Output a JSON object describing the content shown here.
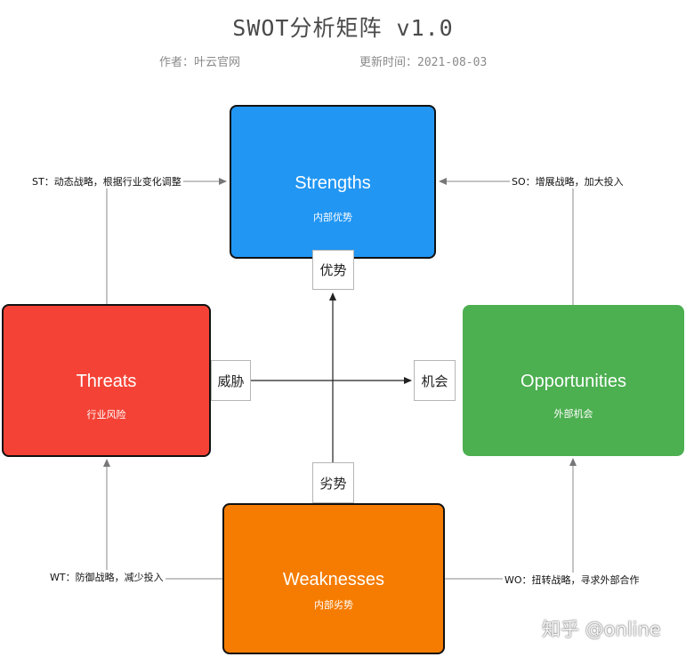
{
  "header": {
    "title": "SWOT分析矩阵 v1.0",
    "author": "作者：叶云官网",
    "updated": "更新时间：2021-08-03"
  },
  "quadrants": {
    "strengths": {
      "name": "Strengths",
      "subtitle": "内部优势",
      "color": "#2196f3"
    },
    "threats": {
      "name": "Threats",
      "subtitle": "行业风险",
      "color": "#f44336"
    },
    "opportunities": {
      "name": "Opportunities",
      "subtitle": "外部机会",
      "color": "#4caf50"
    },
    "weaknesses": {
      "name": "Weaknesses",
      "subtitle": "内部劣势",
      "color": "#f57c00"
    }
  },
  "axis_labels": {
    "advantage": "优势",
    "threat": "威胁",
    "opportunity": "机会",
    "disadvantage": "劣势"
  },
  "strategies": {
    "st": "ST：动态战略，根据行业变化调整",
    "so": "SO：增展战略，加大投入",
    "wt": "WT：防御战略，减少投入",
    "wo": "WO：扭转战略，寻求外部合作"
  },
  "watermark": "知乎 @online"
}
